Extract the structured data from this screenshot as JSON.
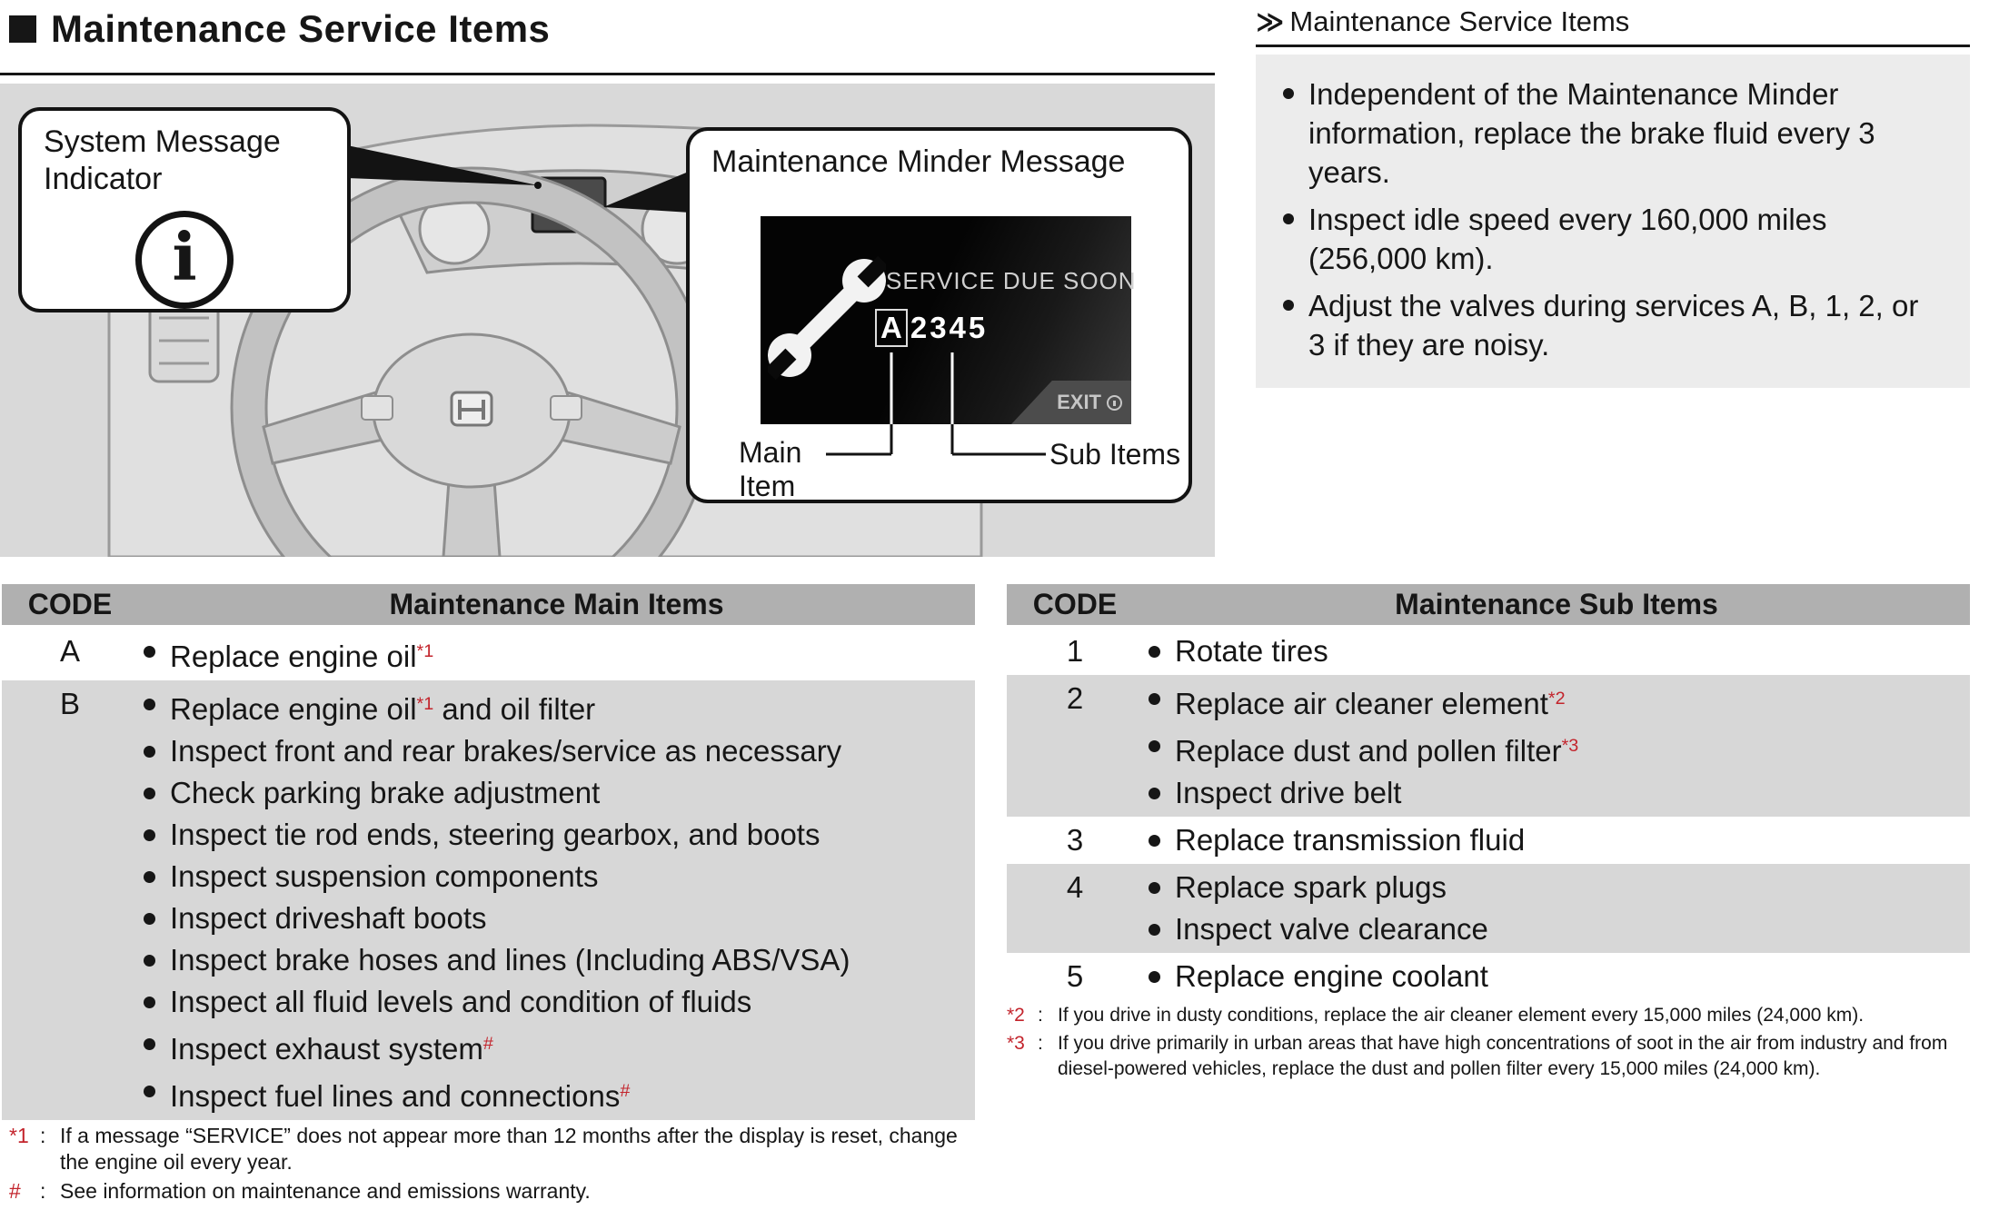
{
  "page_title": "Maintenance Service Items",
  "icons": {
    "section_marker": "≫",
    "info": "i"
  },
  "colors": {
    "accent_red": "#c3242c",
    "table_header_bg": "#b0b0b0",
    "shaded_row_bg": "#d7d7d7",
    "illustration_bg": "#d9d9d9",
    "sidebar_bg": "#ececec"
  },
  "illustration": {
    "system_callout_label": "System Message Indicator",
    "minder_callout_label": "Maintenance Minder Message",
    "screen": {
      "status": "SERVICE DUE SOON",
      "main_code": "A",
      "sub_codes": "2345",
      "exit_label": "EXIT"
    },
    "main_item_label": "Main Item",
    "sub_items_label": "Sub Items"
  },
  "sidebar": {
    "header": "Maintenance Service Items",
    "bullets": [
      "Independent of the Maintenance Minder information, replace the brake fluid every 3 years.",
      "Inspect idle speed every 160,000 miles (256,000 km).",
      "Adjust the valves during services A, B, 1, 2, or 3 if they are noisy."
    ]
  },
  "main_table": {
    "headers": {
      "code": "CODE",
      "items": "Maintenance Main Items"
    },
    "rows": [
      {
        "code": "A",
        "shaded": false,
        "items": [
          "Replace engine oil{*1}"
        ]
      },
      {
        "code": "B",
        "shaded": true,
        "items": [
          "Replace engine oil{*1} and oil filter",
          "Inspect front and rear brakes/service as necessary",
          "Check parking brake adjustment",
          "Inspect tie rod ends, steering gearbox, and boots",
          "Inspect suspension components",
          "Inspect driveshaft boots",
          "Inspect brake hoses and lines (Including ABS/VSA)",
          "Inspect all fluid levels and condition of fluids",
          "Inspect exhaust system{#}",
          "Inspect fuel lines and connections{#}"
        ]
      }
    ]
  },
  "sub_table": {
    "headers": {
      "code": "CODE",
      "items": "Maintenance Sub Items"
    },
    "rows": [
      {
        "code": "1",
        "shaded": false,
        "items": [
          "Rotate tires"
        ]
      },
      {
        "code": "2",
        "shaded": true,
        "items": [
          "Replace air cleaner element{*2}",
          "Replace dust and pollen filter{*3}",
          "Inspect drive belt"
        ]
      },
      {
        "code": "3",
        "shaded": false,
        "items": [
          "Replace transmission fluid"
        ]
      },
      {
        "code": "4",
        "shaded": true,
        "items": [
          "Replace spark plugs",
          "Inspect valve clearance"
        ]
      },
      {
        "code": "5",
        "shaded": false,
        "items": [
          "Replace engine coolant"
        ]
      }
    ]
  },
  "footnotes_left": [
    {
      "marker": "*1",
      "text": "If a message “SERVICE” does not appear more than 12 months after the display is reset, change the engine oil every year."
    },
    {
      "marker": "#",
      "text": "See information on maintenance and emissions warranty."
    }
  ],
  "footnotes_right": [
    {
      "marker": "*2",
      "text": "If you drive in dusty conditions, replace the air cleaner element every 15,000 miles (24,000 km)."
    },
    {
      "marker": "*3",
      "text": "If you drive primarily in urban areas that have high concentrations of soot in the air from industry and from diesel-powered vehicles, replace the dust and pollen filter every 15,000 miles (24,000 km)."
    }
  ]
}
